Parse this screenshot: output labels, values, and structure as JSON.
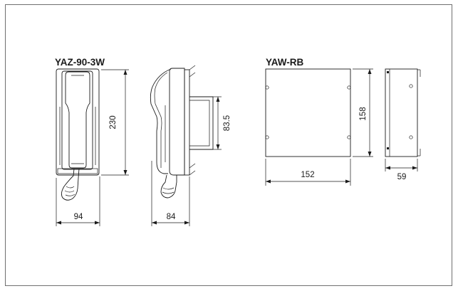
{
  "figure": {
    "unit_a": {
      "model": "YAZ-90-3W",
      "height_label": "230",
      "width_label": "94",
      "depth_label": "84",
      "bracket_label": "83.5"
    },
    "unit_b": {
      "model": "YAW-RB",
      "height_label": "158",
      "width_label": "152",
      "depth_label": "59"
    }
  }
}
